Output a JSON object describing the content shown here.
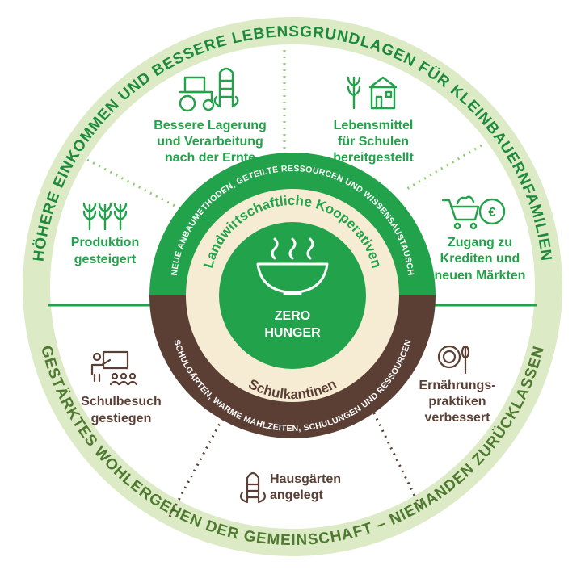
{
  "outer_ring": {
    "top_text": "HÖHERE EINKOMMEN UND BESSERE LEBENSGRUNDLAGEN FÜR KLEINBAUERNFAMILIEN",
    "bottom_text": "GESTÄRKTES WOHLERGEHEN DER GEMEINSCHAFT – NIEMANDEN ZURÜCKLASSEN"
  },
  "segments": {
    "storage": {
      "lines": [
        "Bessere Lagerung",
        "und Verarbeitung",
        "nach der Ernte"
      ],
      "icon": "tractor-corn-icon"
    },
    "school_food": {
      "lines": [
        "Lebensmittel",
        "für Schulen",
        "bereitgestellt"
      ],
      "icon": "wheat-school-icon"
    },
    "production": {
      "lines": [
        "Produktion",
        "gesteigert"
      ],
      "icon": "wheat-icon"
    },
    "credit": {
      "lines": [
        "Zugang zu",
        "Krediten und",
        "neuen Märkten"
      ],
      "icon": "cart-euro-icon"
    },
    "attendance": {
      "lines": [
        "Schulbesuch",
        "gestiegen"
      ],
      "icon": "teacher-class-icon"
    },
    "nutrition": {
      "lines": [
        "Ernährungs-",
        "praktiken",
        "verbessert"
      ],
      "icon": "plate-cutlery-icon"
    },
    "gardens": {
      "lines": [
        "Hausgärten",
        "angelegt"
      ],
      "icon": "corn-icon"
    }
  },
  "inner": {
    "coop_arc_text": "NEUE ANBAUMETHODEN, GETEILTE RESSOURCEN UND WISSENSAUSTAUSCH",
    "coop_label": "Landwirtschaftliche Kooperativen",
    "canteen_arc_text": "SCHULGÄRTEN, WARME MAHLZEITEN, SCHULUNGEN UND RESSOURCEN",
    "canteen_label": "Schulkantinen",
    "center_line1": "ZERO",
    "center_line2": "HUNGER",
    "center_icon": "bowl-steam-icon"
  },
  "colors": {
    "green": "#22a24a",
    "dark_green": "#1d8a3b",
    "light_green": "#61bb46",
    "brown": "#5b3f35",
    "cream": "#f6ecd3",
    "ring": "#dcebc6"
  }
}
